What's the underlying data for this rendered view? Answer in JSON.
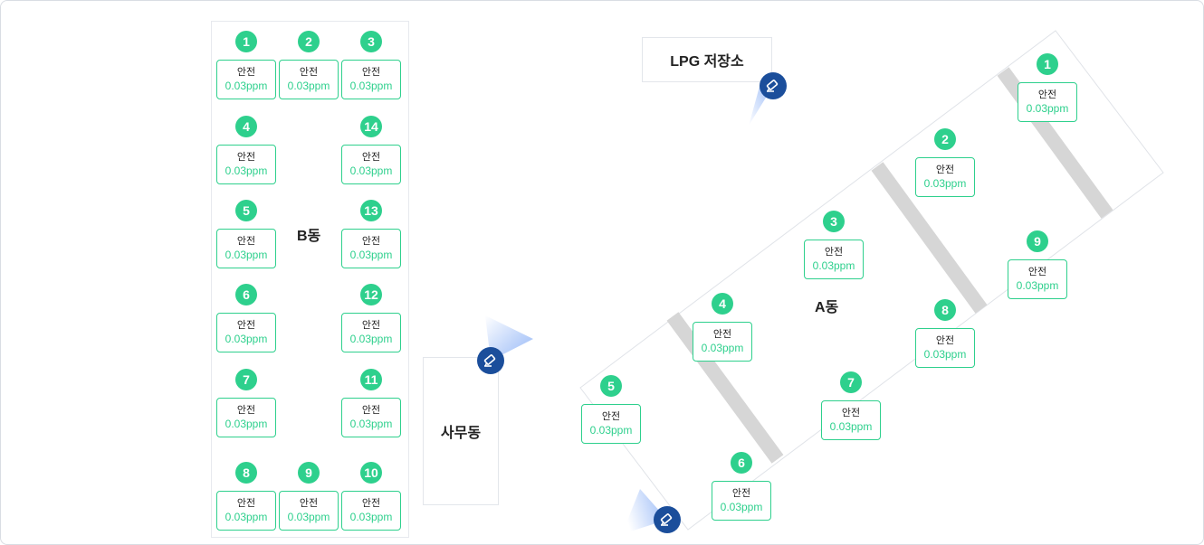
{
  "areas": {
    "building_b": "B동",
    "building_a": "A동",
    "office": "사무동",
    "lpg": "LPG 저장소"
  },
  "colors": {
    "accent": "#2ed08d",
    "camera": "#1b4e9b",
    "stripe": "#d6d6d6"
  },
  "icons": {
    "camera": "camera-icon"
  },
  "building_b_sensors": [
    {
      "num": "1",
      "status": "안전",
      "value": "0.03ppm"
    },
    {
      "num": "2",
      "status": "안전",
      "value": "0.03ppm"
    },
    {
      "num": "3",
      "status": "안전",
      "value": "0.03ppm"
    },
    {
      "num": "4",
      "status": "안전",
      "value": "0.03ppm"
    },
    {
      "num": "14",
      "status": "안전",
      "value": "0.03ppm"
    },
    {
      "num": "5",
      "status": "안전",
      "value": "0.03ppm"
    },
    {
      "num": "13",
      "status": "안전",
      "value": "0.03ppm"
    },
    {
      "num": "6",
      "status": "안전",
      "value": "0.03ppm"
    },
    {
      "num": "12",
      "status": "안전",
      "value": "0.03ppm"
    },
    {
      "num": "7",
      "status": "안전",
      "value": "0.03ppm"
    },
    {
      "num": "11",
      "status": "안전",
      "value": "0.03ppm"
    },
    {
      "num": "8",
      "status": "안전",
      "value": "0.03ppm"
    },
    {
      "num": "9",
      "status": "안전",
      "value": "0.03ppm"
    },
    {
      "num": "10",
      "status": "안전",
      "value": "0.03ppm"
    }
  ],
  "building_a_sensors": [
    {
      "num": "1",
      "status": "안전",
      "value": "0.03ppm"
    },
    {
      "num": "2",
      "status": "안전",
      "value": "0.03ppm"
    },
    {
      "num": "9",
      "status": "안전",
      "value": "0.03ppm"
    },
    {
      "num": "3",
      "status": "안전",
      "value": "0.03ppm"
    },
    {
      "num": "8",
      "status": "안전",
      "value": "0.03ppm"
    },
    {
      "num": "4",
      "status": "안전",
      "value": "0.03ppm"
    },
    {
      "num": "7",
      "status": "안전",
      "value": "0.03ppm"
    },
    {
      "num": "5",
      "status": "안전",
      "value": "0.03ppm"
    },
    {
      "num": "6",
      "status": "안전",
      "value": "0.03ppm"
    }
  ]
}
